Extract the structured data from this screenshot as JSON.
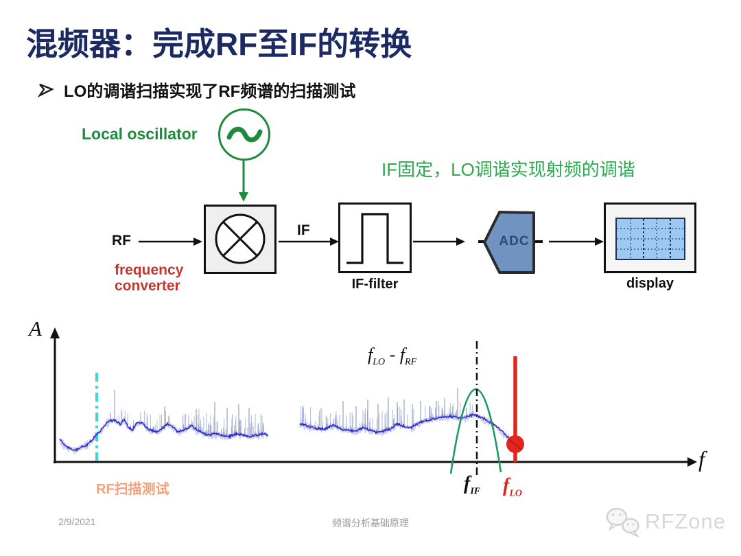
{
  "slide": {
    "title": "混频器：完成RF至IF的转换",
    "bullet": {
      "marker": "➢",
      "text": "LO的调谐扫描实现了RF频谱的扫描测试"
    },
    "note_green": "IF固定，LO调谐实现射频的调谐"
  },
  "diagram": {
    "lo_label": "Local oscillator",
    "rf_label": "RF",
    "if_label": "IF",
    "freq_conv_label": "frequency converter",
    "if_filter_label": "IF-filter",
    "adc_label": "ADC",
    "display_label": "display",
    "colors": {
      "green": "#1E8B3C",
      "red_label": "#C3362B",
      "adc_fill": "#7093C2",
      "screen_fill": "#9FC8F0",
      "box_gray": "#EFEFEF"
    }
  },
  "plot": {
    "y_axis_label": "A",
    "x_axis_label": "f",
    "sweep_label": "RF扫描测试",
    "diff_label": {
      "f1": "f",
      "s1": "LO",
      "dash": "-",
      "f2": "f",
      "s2": "RF"
    },
    "fif": {
      "f": "f",
      "sub": "IF"
    },
    "flo": {
      "f": "f",
      "sub": "LO"
    },
    "colors": {
      "trace": "#2222C4",
      "spike": "#98A5CC",
      "tall_spike": "#8C96B5",
      "cyan": "#3BD8DB",
      "marker_red": "#E3251B",
      "filter_green": "#1D9B60",
      "sweep_text": "#F2A17D"
    },
    "trace": {
      "segments": [
        {
          "anchors": [
            [
              57,
              185
            ],
            [
              63,
              193
            ],
            [
              72,
              198
            ],
            [
              80,
              201
            ],
            [
              88,
              196
            ],
            [
              97,
              193
            ],
            [
              104,
              186
            ],
            [
              110,
              179
            ],
            [
              117,
              172
            ],
            [
              124,
              162
            ],
            [
              131,
              157
            ],
            [
              138,
              158
            ],
            [
              145,
              163
            ],
            [
              151,
              156
            ],
            [
              157,
              167
            ],
            [
              163,
              171
            ],
            [
              169,
              162
            ],
            [
              177,
              161
            ],
            [
              184,
              169
            ],
            [
              191,
              172
            ],
            [
              199,
              174
            ],
            [
              207,
              169
            ],
            [
              214,
              162
            ],
            [
              221,
              166
            ],
            [
              229,
              174
            ],
            [
              239,
              171
            ],
            [
              249,
              165
            ],
            [
              257,
              171
            ],
            [
              265,
              176
            ],
            [
              274,
              179
            ],
            [
              284,
              177
            ],
            [
              294,
              179
            ],
            [
              304,
              181
            ],
            [
              314,
              177
            ],
            [
              324,
              179
            ],
            [
              334,
              181
            ],
            [
              344,
              179
            ],
            [
              354,
              177
            ],
            [
              360,
              179
            ]
          ]
        },
        {
          "anchors": [
            [
              407,
              163
            ],
            [
              420,
              166
            ],
            [
              432,
              169
            ],
            [
              444,
              170
            ],
            [
              455,
              164
            ],
            [
              468,
              170
            ],
            [
              479,
              172
            ],
            [
              489,
              174
            ],
            [
              499,
              168
            ],
            [
              509,
              172
            ],
            [
              519,
              175
            ],
            [
              529,
              173
            ],
            [
              539,
              170
            ],
            [
              549,
              163
            ],
            [
              559,
              166
            ],
            [
              569,
              168
            ],
            [
              579,
              162
            ],
            [
              589,
              158
            ],
            [
              599,
              156
            ],
            [
              609,
              153
            ],
            [
              619,
              152
            ],
            [
              631,
              152
            ],
            [
              643,
              155
            ],
            [
              653,
              151
            ],
            [
              663,
              149
            ],
            [
              673,
              154
            ],
            [
              681,
              158
            ],
            [
              689,
              163
            ],
            [
              698,
              170
            ],
            [
              706,
              178
            ],
            [
              714,
              186
            ],
            [
              720,
              192
            ],
            [
              722,
              196
            ]
          ]
        }
      ],
      "spike_regions": [
        {
          "from": 128,
          "to": 250,
          "count": 50,
          "maxh": 20
        },
        {
          "from": 250,
          "to": 360,
          "count": 95,
          "maxh": 30
        },
        {
          "from": 408,
          "to": 560,
          "count": 100,
          "maxh": 28
        },
        {
          "from": 560,
          "to": 660,
          "count": 45,
          "maxh": 22
        }
      ],
      "tall_spikes": [
        [
          137,
          113
        ],
        [
          210,
          137
        ],
        [
          256,
          141
        ],
        [
          283,
          131
        ],
        [
          301,
          139
        ],
        [
          318,
          134
        ],
        [
          333,
          139
        ],
        [
          470,
          129
        ],
        [
          489,
          137
        ],
        [
          506,
          127
        ],
        [
          521,
          134
        ],
        [
          536,
          124
        ],
        [
          549,
          131
        ],
        [
          559,
          127
        ],
        [
          571,
          134
        ],
        [
          583,
          129
        ],
        [
          596,
          137
        ],
        [
          606,
          129
        ],
        [
          618,
          125
        ],
        [
          637,
          110
        ],
        [
          650,
          139
        ]
      ]
    }
  },
  "footer": {
    "date": "2/9/2021",
    "center": "频谱分析基础原理",
    "watermark": "RFZone"
  }
}
